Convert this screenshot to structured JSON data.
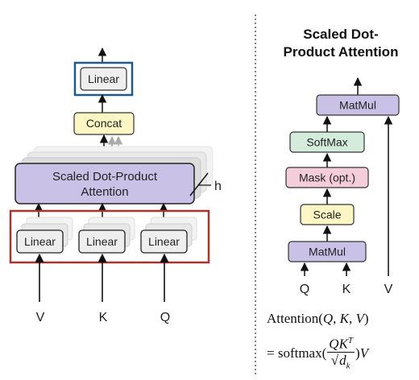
{
  "multihead": {
    "linear_top": "Linear",
    "concat": "Concat",
    "attention_line1": "Scaled Dot-Product",
    "attention_line2": "Attention",
    "head_label": "h",
    "linear_v": "Linear",
    "linear_k": "Linear",
    "linear_q": "Linear",
    "input_v": "V",
    "input_k": "K",
    "input_q": "Q"
  },
  "sdpa": {
    "title_line1": "Scaled Dot-",
    "title_line2": "Product Attention",
    "matmul_top": "MatMul",
    "softmax": "SoftMax",
    "mask": "Mask (opt.)",
    "scale": "Scale",
    "matmul_bottom": "MatMul",
    "input_q": "Q",
    "input_k": "K",
    "input_v": "V"
  },
  "formula": {
    "line1_word": "Attention",
    "line1_open": "(",
    "line1_q": "Q",
    "line1_c1": ", ",
    "line1_k": "K",
    "line1_c2": ", ",
    "line1_v": "V",
    "line1_close": ")",
    "line2_eq": "= softmax(",
    "num_q": "Q",
    "num_k": "K",
    "num_t": "T",
    "den_radical": "√",
    "den_d": "d",
    "den_k": "k",
    "line2_close": ")",
    "line2_v": "V"
  },
  "colors": {
    "purple": "#c9c1e6",
    "yellow": "#fbf6c4",
    "green": "#d3ecdc",
    "pink": "#f4cddb",
    "gray": "#eeeeee",
    "blue_highlight": "#1f5a8c",
    "red_highlight": "#b0312a"
  }
}
